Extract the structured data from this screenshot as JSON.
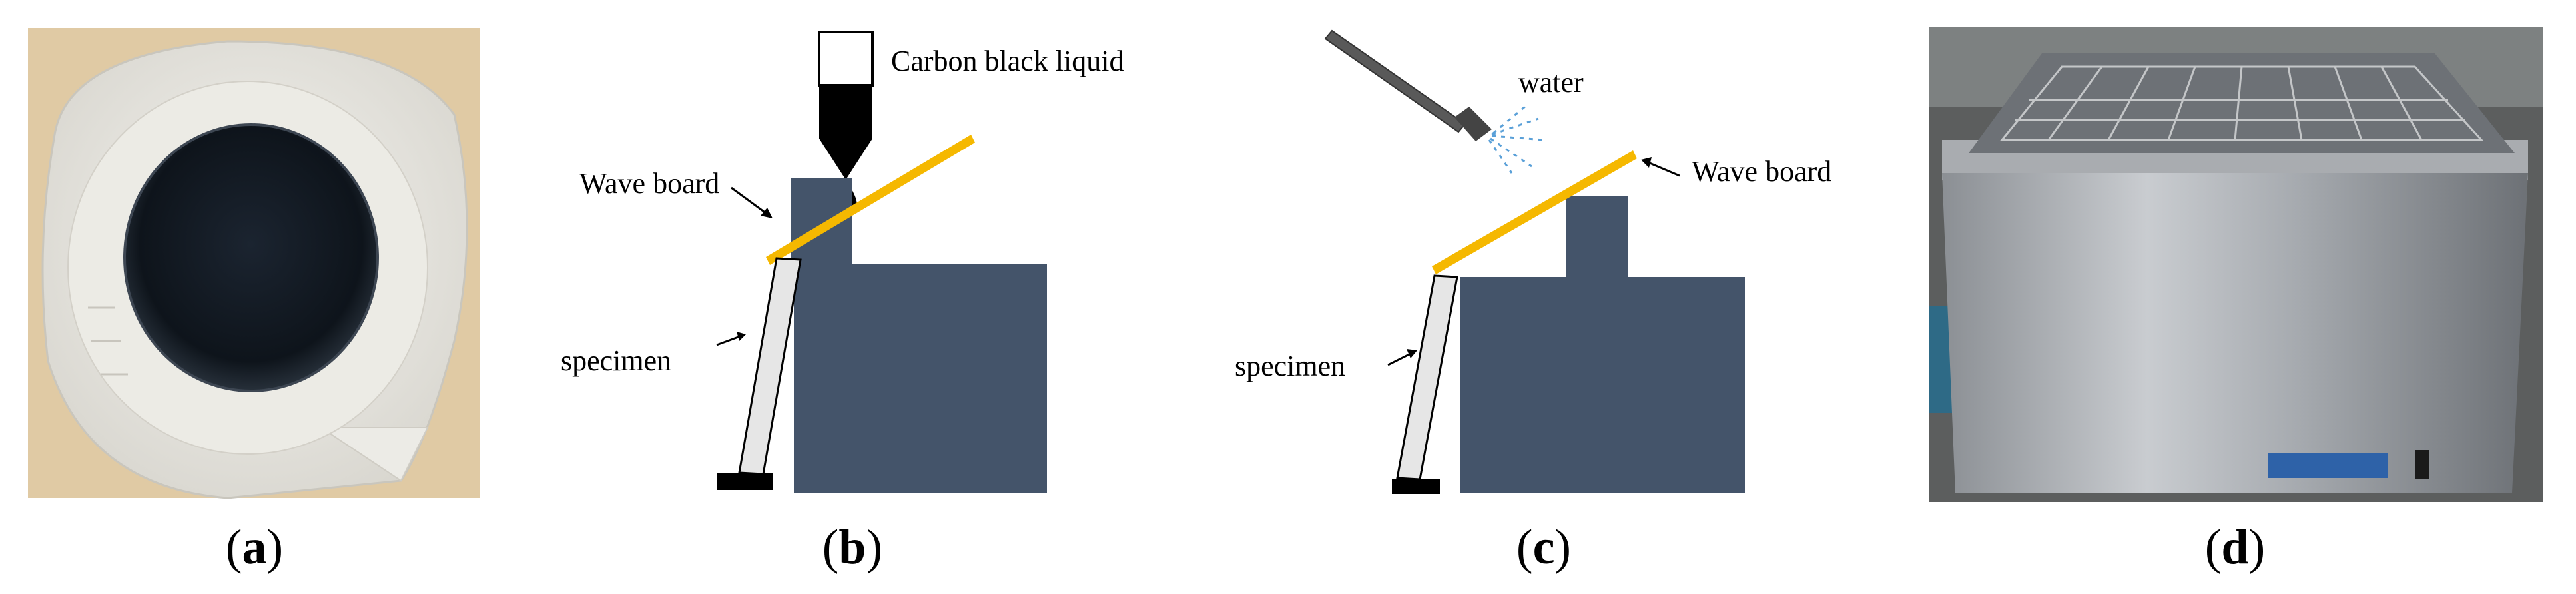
{
  "panels": [
    {
      "id": "a",
      "caption_letter": "a"
    },
    {
      "id": "b",
      "caption_letter": "b",
      "labels": {
        "liquid": "Carbon black liquid",
        "wave_board": "Wave board",
        "specimen": "specimen"
      }
    },
    {
      "id": "c",
      "caption_letter": "c",
      "labels": {
        "water": "water",
        "wave_board": "Wave board",
        "specimen": "specimen"
      }
    },
    {
      "id": "d",
      "caption_letter": "d"
    }
  ],
  "colors": {
    "board": "#f5b800",
    "machine": "#44546a",
    "specimen_fill": "#e6e6e6",
    "water": "#5aa0d8",
    "base": "#000000"
  }
}
